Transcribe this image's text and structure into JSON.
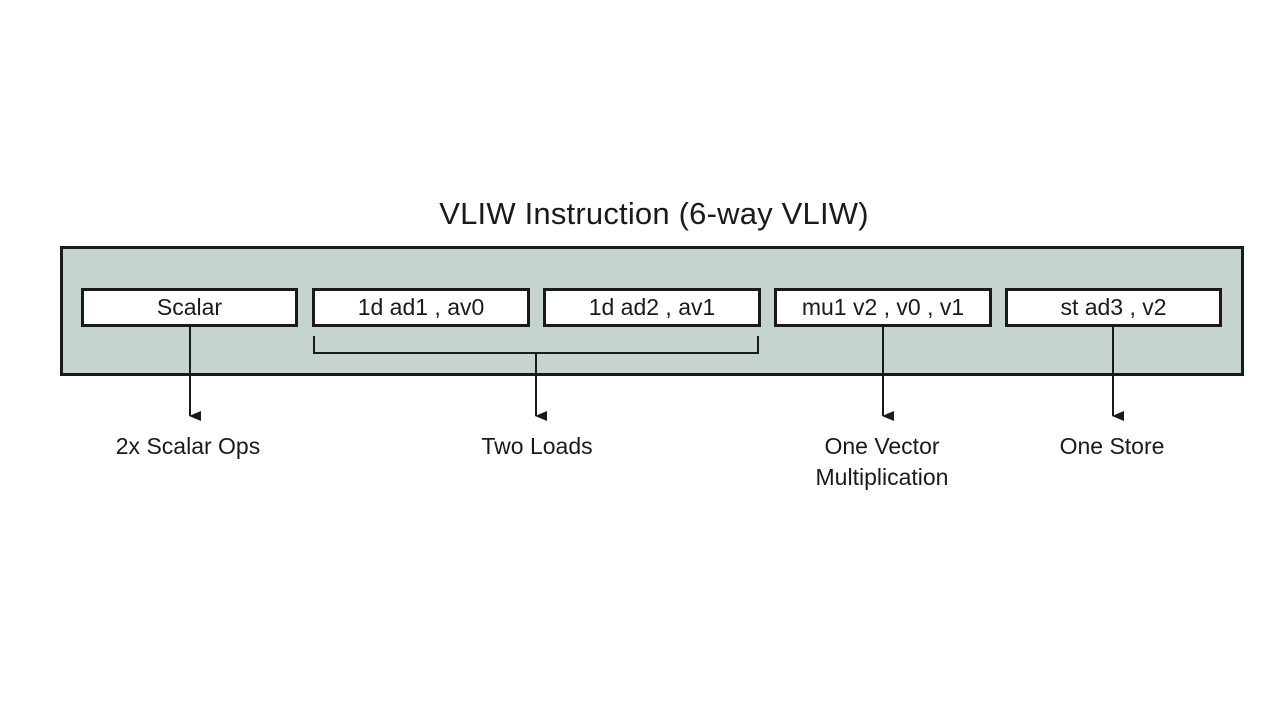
{
  "diagram": {
    "title": "VLIW Instruction (6-way VLIW)",
    "slots": [
      "Scalar",
      "1d ad1 , av0",
      "1d ad2 , av1",
      "mu1 v2 , v0 , v1",
      "st ad3 , v2"
    ],
    "labels": {
      "scalar_ops": "2x Scalar Ops",
      "two_loads": "Two Loads",
      "vector_mult_line1": "One Vector",
      "vector_mult_line2": "Multiplication",
      "one_store": "One Store"
    },
    "colors": {
      "bar_fill": "#c5d3d1",
      "stroke": "#1a1a1a",
      "slot_fill": "#ffffff"
    }
  }
}
